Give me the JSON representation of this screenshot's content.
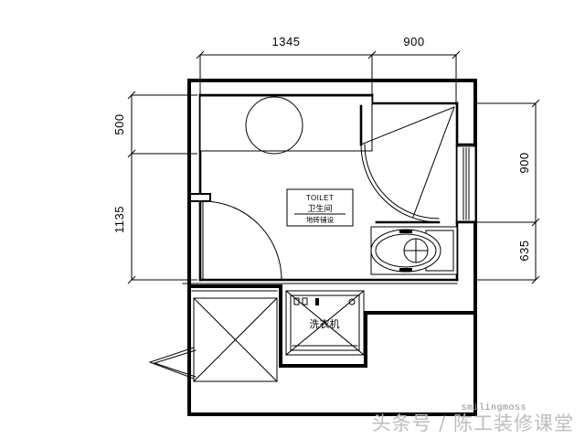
{
  "drawing": {
    "title": "Bathroom Floor Plan",
    "units": "mm",
    "line_color": "#000000",
    "background": "#ffffff"
  },
  "dimensions": {
    "top": [
      {
        "name": "top-left-span",
        "value": "1345"
      },
      {
        "name": "top-right-span",
        "value": "900"
      }
    ],
    "left": [
      {
        "name": "left-upper-span",
        "value": "500"
      },
      {
        "name": "left-lower-span",
        "value": "1135"
      }
    ],
    "right": [
      {
        "name": "right-upper-span",
        "value": "900"
      },
      {
        "name": "right-lower-span",
        "value": "635"
      }
    ]
  },
  "room_label": {
    "line_en": "TOILET",
    "line_cn": "卫生间",
    "line_note": "地砖铺设"
  },
  "fixtures": {
    "basin": {
      "name": "wash-basin",
      "shape": "circle"
    },
    "shower": {
      "name": "corner-shower",
      "shape": "quarter-arc"
    },
    "toilet": {
      "name": "toilet-fixture",
      "shape": "oval-with-tank"
    },
    "door": {
      "name": "entry-door",
      "shape": "swing-arc"
    },
    "window": {
      "name": "window",
      "shape": "mullions"
    },
    "cabinet": {
      "name": "cabinet-unit",
      "label": ""
    },
    "appliance": {
      "name": "washing-machine",
      "label": "洗衣机",
      "top_label": "口口  卩      o"
    }
  },
  "watermark": {
    "handle": "smilingmoss",
    "text": "头条号 / 陈工装修课堂"
  }
}
